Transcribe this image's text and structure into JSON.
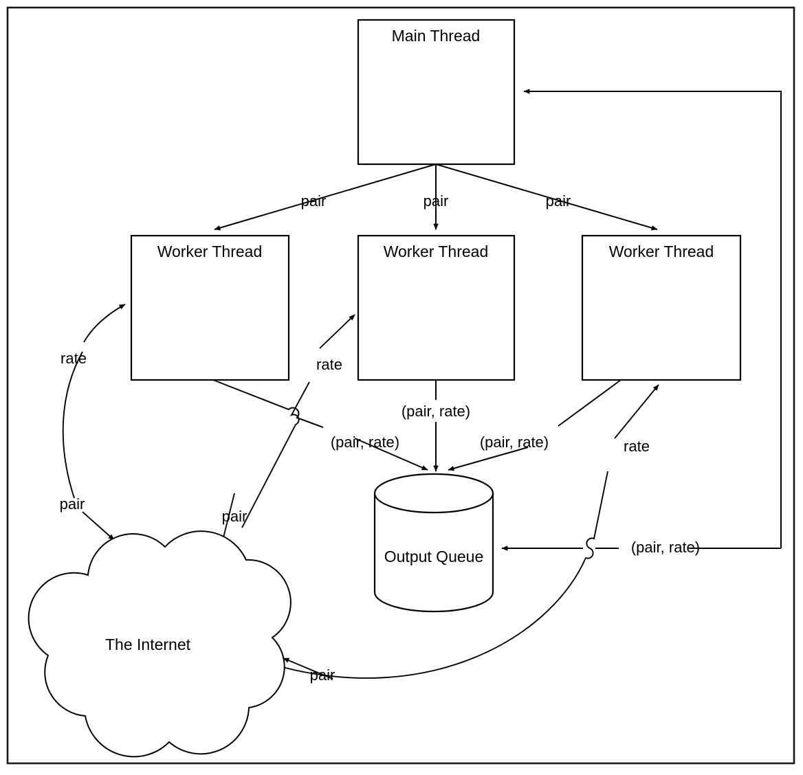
{
  "diagram": {
    "title": "Threaded crawler architecture",
    "background_color": "#ffffff",
    "line_color": "#000000",
    "frame": {
      "stroke": "#1a1a1a"
    },
    "nodes": [
      {
        "id": "main-thread",
        "label": "Main Thread",
        "shape": "rectangle"
      },
      {
        "id": "worker-1",
        "label": "Worker Thread",
        "shape": "rectangle"
      },
      {
        "id": "worker-2",
        "label": "Worker Thread",
        "shape": "rectangle"
      },
      {
        "id": "worker-3",
        "label": "Worker Thread",
        "shape": "rectangle"
      },
      {
        "id": "output-queue",
        "label": "Output Queue",
        "shape": "cylinder"
      },
      {
        "id": "the-internet",
        "label": "The Internet",
        "shape": "cloud"
      }
    ],
    "edges": [
      {
        "id": "main-to-worker1",
        "from": "main-thread",
        "to": "worker-1",
        "label": "pair"
      },
      {
        "id": "main-to-worker2",
        "from": "main-thread",
        "to": "worker-2",
        "label": "pair"
      },
      {
        "id": "main-to-worker3",
        "from": "main-thread",
        "to": "worker-3",
        "label": "pair"
      },
      {
        "id": "worker1-to-net",
        "from": "worker-1",
        "to": "the-internet",
        "label": "pair"
      },
      {
        "id": "net-to-worker1",
        "from": "the-internet",
        "to": "worker-1",
        "label": "rate"
      },
      {
        "id": "worker1-to-queue",
        "from": "worker-1",
        "to": "output-queue",
        "label": "(pair, rate)"
      },
      {
        "id": "worker2-to-net",
        "from": "worker-2",
        "to": "the-internet",
        "label": "pair"
      },
      {
        "id": "net-to-worker2",
        "from": "the-internet",
        "to": "worker-2",
        "label": "rate"
      },
      {
        "id": "worker2-to-queue",
        "from": "worker-2",
        "to": "output-queue",
        "label": "(pair, rate)"
      },
      {
        "id": "worker3-to-queue",
        "from": "worker-3",
        "to": "output-queue",
        "label": "(pair, rate)"
      },
      {
        "id": "worker3-to-net",
        "from": "worker-3",
        "to": "the-internet",
        "label": "pair"
      },
      {
        "id": "net-to-worker3",
        "from": "the-internet",
        "to": "worker-3",
        "label": "rate"
      },
      {
        "id": "queue-to-main",
        "from": "output-queue",
        "to": "main-thread",
        "label": "(pair, rate)"
      }
    ],
    "labels": {
      "pair_1": "pair",
      "pair_2": "pair",
      "pair_3": "pair",
      "rate_left": "rate",
      "pair_left": "pair",
      "rate_mid": "rate",
      "pair_mid": "pair",
      "pair_rate_left": "(pair, rate)",
      "pair_rate_mid": "(pair, rate)",
      "pair_rate_right": "(pair, rate)",
      "rate_right": "rate",
      "pair_rate_return": "(pair, rate)",
      "pair_bottom": "pair"
    }
  }
}
